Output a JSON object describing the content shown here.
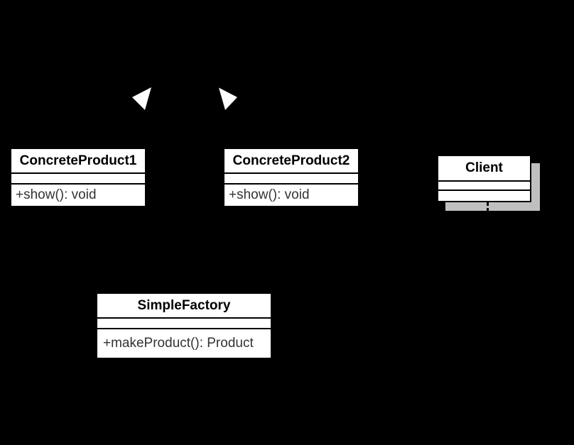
{
  "diagram": {
    "kind": "uml-class-diagram",
    "pattern": "Simple Factory"
  },
  "classes": {
    "concreteProduct1": {
      "name": "ConcreteProduct1",
      "method": "+show(): void"
    },
    "concreteProduct2": {
      "name": "ConcreteProduct2",
      "method": "+show(): void"
    },
    "client": {
      "name": "Client",
      "method": ""
    },
    "simpleFactory": {
      "name": "SimpleFactory",
      "method": "+makeProduct(): Product"
    }
  },
  "connectors": {
    "left_arrowhead": {
      "icon": "generalization-triangle-icon",
      "fill": "#ffffff",
      "direction": "pointing-left-up"
    },
    "right_arrowhead": {
      "icon": "generalization-triangle-icon",
      "fill": "#ffffff",
      "direction": "pointing-right-up"
    },
    "client_dependency": {
      "style": "dashed",
      "color": "#000000"
    }
  },
  "colors": {
    "background": "#000000",
    "class_fill": "#ffffff",
    "class_border": "#000000",
    "title_text": "#000000",
    "method_text": "#333333",
    "shadow": "#bfbfbf",
    "arrowhead_fill": "#ffffff"
  }
}
